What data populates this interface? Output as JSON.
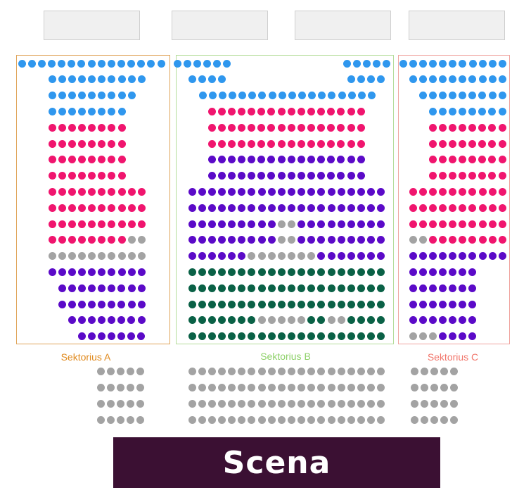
{
  "sectors": {
    "a": {
      "label": "Sektorius A",
      "color": "#e0a45a",
      "label_color": "#e08a1e"
    },
    "b": {
      "label": "Sektorius B",
      "color": "#b5dd9b",
      "label_color": "#8fd16a"
    },
    "c": {
      "label": "Sektorius C",
      "color": "#f0a5a0",
      "label_color": "#f2766b"
    }
  },
  "stage": {
    "label": "Scena"
  },
  "seat_colors": {
    "blue": "#2f97ee",
    "pink": "#f0156e",
    "purple": "#5b0ac8",
    "green": "#0a6146",
    "gray": "#a3a3a3"
  }
}
